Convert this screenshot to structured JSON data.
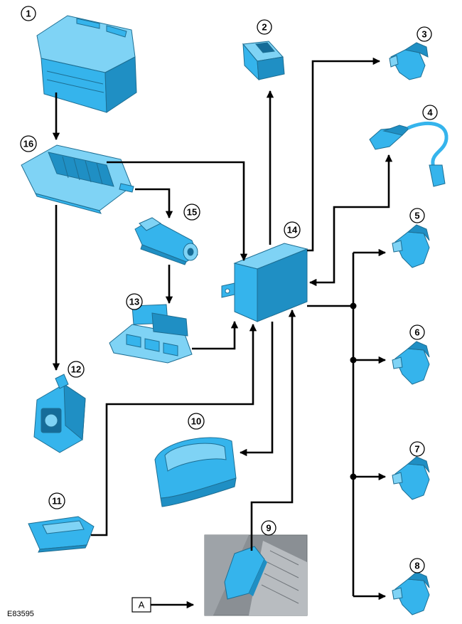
{
  "figure_ref": "E83595",
  "key_label": "A",
  "component_numbers": [
    "1",
    "2",
    "3",
    "4",
    "5",
    "6",
    "7",
    "8",
    "9",
    "10",
    "11",
    "12",
    "13",
    "14",
    "15",
    "16"
  ]
}
